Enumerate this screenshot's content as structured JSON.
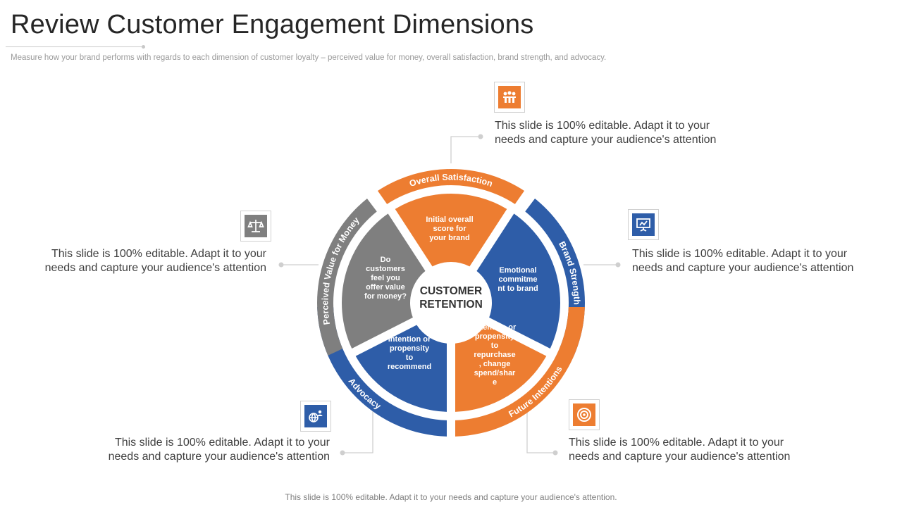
{
  "title": "Review Customer Engagement Dimensions",
  "subtitle": "Measure how your brand performs with regards to each dimension of customer loyalty – perceived value for money, overall satisfaction, brand strength, and advocacy.",
  "footer": "This slide is 100% editable. Adapt it to your needs and capture your audience's attention.",
  "center": {
    "line1": "CUSTOMER",
    "line2": "RETENTION"
  },
  "colors": {
    "orange": "#ED7D31",
    "blue": "#2E5DA8",
    "gray": "#7F7F7F",
    "connector": "#cfcfcf"
  },
  "dimensions": [
    {
      "id": "overall-satisfaction",
      "label": "Overall Satisfaction",
      "color": "orange",
      "inner": [
        "Initial overall",
        "score for",
        "your brand"
      ],
      "icon": "group-icon",
      "desc": {
        "line1": "This slide is 100% editable. Adapt it to your",
        "line2": "needs and capture your audience's attention"
      }
    },
    {
      "id": "brand-strength",
      "label": "Brand Strength",
      "color": "blue",
      "inner": [
        "Emotional",
        "commitme",
        "nt to brand"
      ],
      "icon": "presentation-icon",
      "desc": {
        "line1": "This slide is 100% editable. Adapt it to your",
        "line2": "needs and capture your audience's attention"
      }
    },
    {
      "id": "future-intentions",
      "label": "Future Intentions",
      "color": "orange",
      "inner": [
        "Intention or",
        "propensity",
        "to",
        "repurchase",
        ", change",
        "spend/shar",
        "e"
      ],
      "icon": "target-icon",
      "desc": {
        "line1": "This slide is 100% editable. Adapt it to your",
        "line2": "needs and capture your audience's attention"
      }
    },
    {
      "id": "advocacy",
      "label": "Advocacy",
      "color": "blue",
      "inner": [
        "Intention or",
        "propensity",
        "to",
        "recommend"
      ],
      "icon": "globe-people-icon",
      "desc": {
        "line1": "This slide is 100% editable. Adapt it to your",
        "line2": "needs and capture your audience's attention"
      }
    },
    {
      "id": "perceived-value",
      "label": "Perceived Value for Money",
      "color": "gray",
      "inner": [
        "Do",
        "customers",
        "feel you",
        "offer value",
        "for money?"
      ],
      "icon": "scale-icon",
      "desc": {
        "line1": "This slide is 100% editable. Adapt it to your",
        "line2": "needs and capture your audience's attention"
      }
    }
  ]
}
